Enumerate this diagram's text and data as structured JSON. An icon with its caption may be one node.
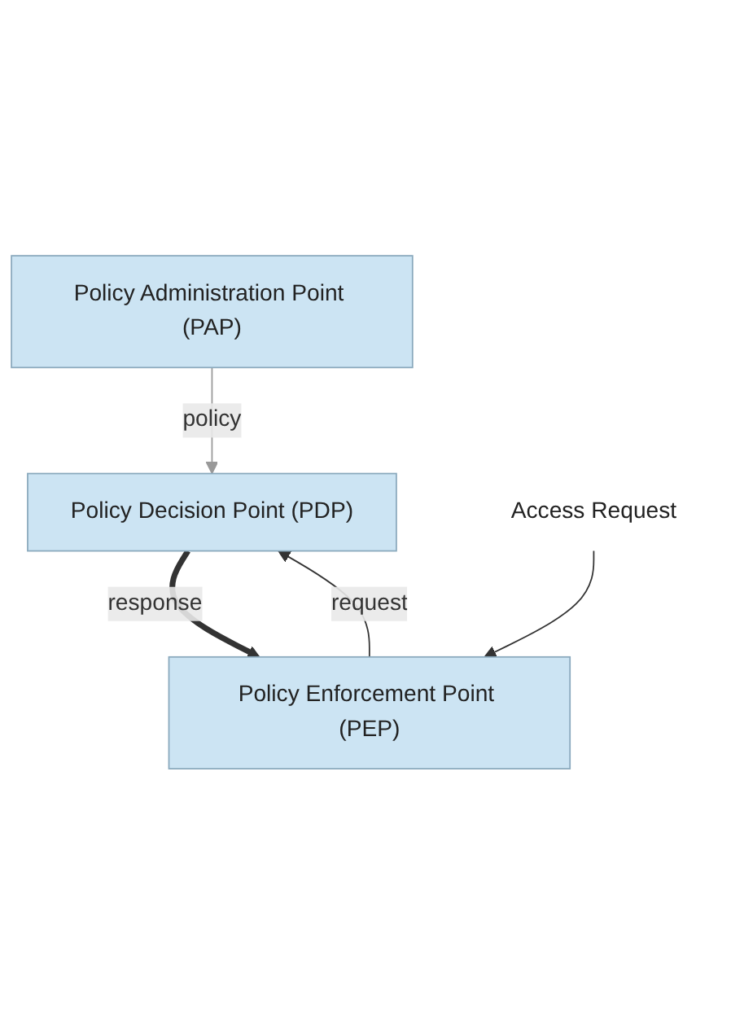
{
  "diagram": {
    "nodes": [
      {
        "text": [
          "Policy Administration Point (PAP)"
        ]
      },
      {
        "text": [
          "Policy Decision Point (PDP)"
        ]
      },
      {
        "text": [
          "Policy Enforcement Point (PEP)"
        ]
      },
      {
        "text": [
          "Access Request"
        ]
      }
    ],
    "edges": [
      {
        "from": 0,
        "to": 1,
        "arrow": "to",
        "label": "policy",
        "color": "#999999"
      },
      {
        "from": 2,
        "to": 1,
        "arrow": "to",
        "label": "request"
      },
      {
        "from": 1,
        "to": 2,
        "arrow": "to",
        "label": "response",
        "style": "thick"
      },
      {
        "from": 3,
        "to": 2,
        "arrow": "to"
      }
    ]
  }
}
